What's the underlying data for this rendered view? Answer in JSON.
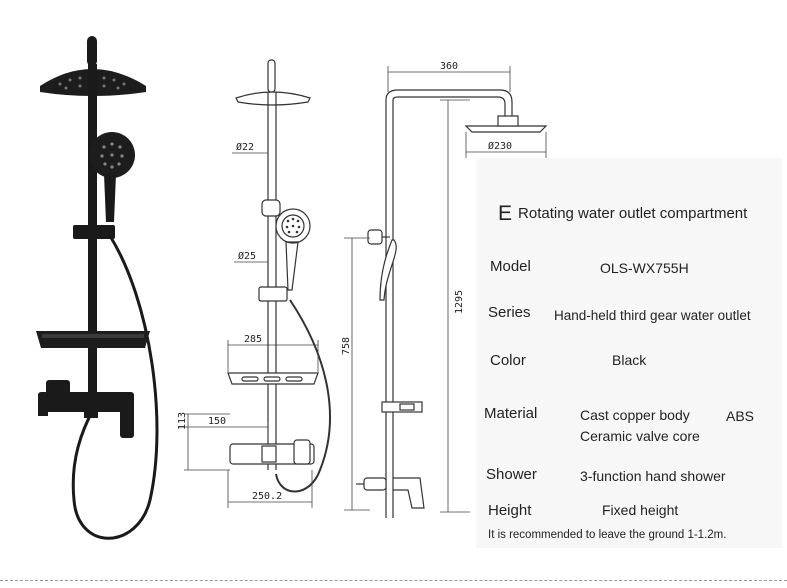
{
  "dimensions": {
    "d22": "Ø22",
    "d25": "Ø25",
    "d230": "Ø230",
    "w285": "285",
    "w150": "150",
    "h113": "113",
    "w250": "250.2",
    "w360": "360",
    "h758": "758",
    "h1295": "1295"
  },
  "spec": {
    "section_letter": "E",
    "title": "Rotating water outlet compartment",
    "rows": [
      {
        "label": "Model",
        "value": "OLS-WX755H"
      },
      {
        "label": "Series",
        "value": "Hand-held third gear water outlet"
      },
      {
        "label": "Color",
        "value": "Black"
      },
      {
        "label": "Material",
        "value": "Cast copper body",
        "value_extra": "ABS",
        "value2": "Ceramic valve core"
      },
      {
        "label": "Shower",
        "value": "3-function hand shower"
      },
      {
        "label": "Height",
        "value": "Fixed height"
      }
    ],
    "note": "It is recommended to leave the ground 1-1.2m."
  }
}
